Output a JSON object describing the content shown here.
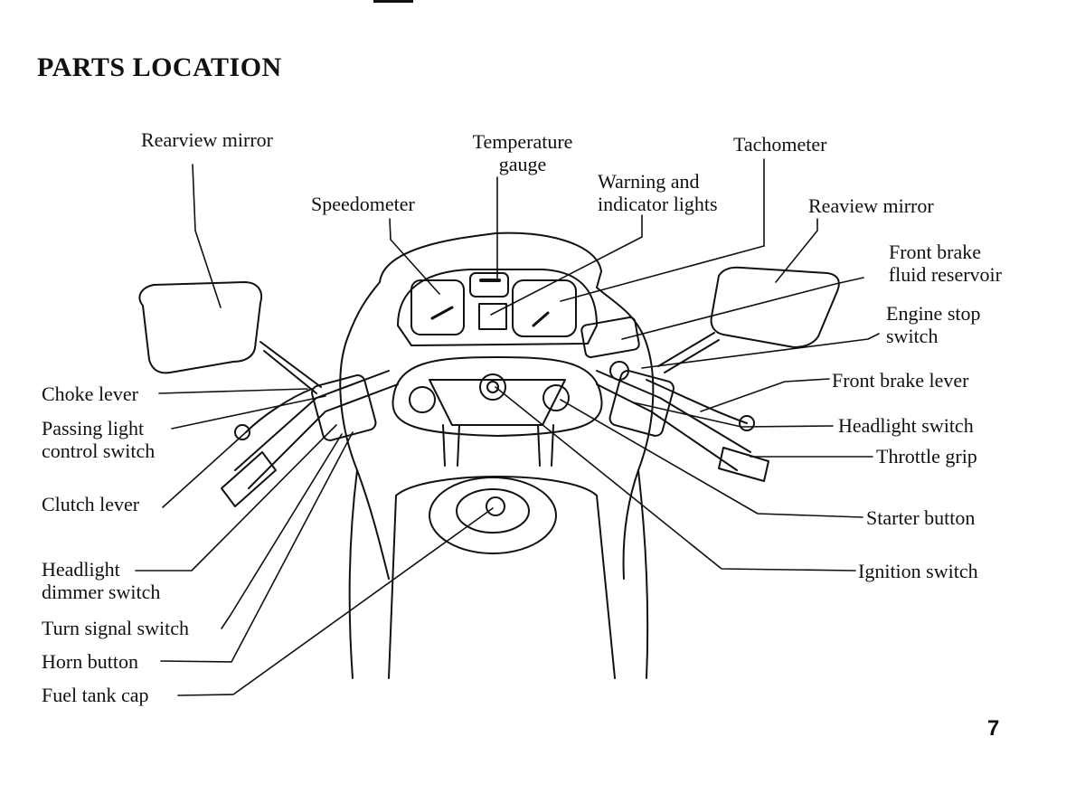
{
  "title": "PARTS LOCATION",
  "page_number": "7",
  "labels": {
    "rearview_mirror_left": "Rearview mirror",
    "temperature_gauge_1": "Temperature",
    "temperature_gauge_2": "gauge",
    "tachometer": "Tachometer",
    "warning_lights_1": "Warning and",
    "warning_lights_2": "indicator lights",
    "speedometer": "Speedometer",
    "rearview_mirror_right": "Reaview mirror",
    "front_brake_reservoir_1": "Front brake",
    "front_brake_reservoir_2": "fluid reservoir",
    "engine_stop_1": "Engine stop",
    "engine_stop_2": "switch",
    "front_brake_lever": "Front brake lever",
    "headlight_switch": "Headlight switch",
    "throttle_grip": "Throttle grip",
    "starter_button": "Starter button",
    "ignition_switch": "Ignition switch",
    "choke_lever": "Choke lever",
    "passing_light_1": "Passing light",
    "passing_light_2": "control switch",
    "clutch_lever": "Clutch lever",
    "headlight_dimmer_1": "Headlight",
    "headlight_dimmer_2": "dimmer switch",
    "turn_signal_switch": "Turn signal switch",
    "horn_button": "Horn button",
    "fuel_tank_cap": "Fuel tank cap"
  }
}
